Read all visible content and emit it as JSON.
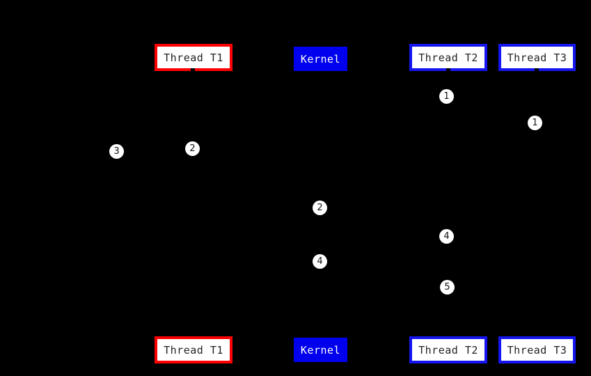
{
  "colors": {
    "background": "#000000",
    "thread_t1_border": "#ff0000",
    "thread_t2_t3_border": "#1515f0",
    "kernel_fill": "#0000ee",
    "box_fill": "#ffffff",
    "box_text": "#222222",
    "kernel_text": "#ffffff",
    "marker_fill": "#ffffff",
    "marker_text": "#111111"
  },
  "lifelines": {
    "top": [
      {
        "id": "thread-t1",
        "label": "Thread T1",
        "style": "red-outline"
      },
      {
        "id": "kernel",
        "label": "Kernel",
        "style": "blue-solid"
      },
      {
        "id": "thread-t2",
        "label": "Thread T2",
        "style": "blue-outline"
      },
      {
        "id": "thread-t3",
        "label": "Thread T3",
        "style": "blue-outline"
      }
    ],
    "bottom": [
      {
        "id": "thread-t1",
        "label": "Thread T1",
        "style": "red-outline"
      },
      {
        "id": "kernel",
        "label": "Kernel",
        "style": "blue-solid"
      },
      {
        "id": "thread-t2",
        "label": "Thread T2",
        "style": "blue-outline"
      },
      {
        "id": "thread-t3",
        "label": "Thread T3",
        "style": "blue-outline"
      }
    ]
  },
  "markers": [
    {
      "value": "1",
      "near": "thread-t2"
    },
    {
      "value": "1",
      "near": "thread-t3"
    },
    {
      "value": "2",
      "near": "thread-t1"
    },
    {
      "value": "3",
      "near": "left-of-thread-t1"
    },
    {
      "value": "2",
      "near": "kernel"
    },
    {
      "value": "4",
      "near": "thread-t2"
    },
    {
      "value": "4",
      "near": "kernel"
    },
    {
      "value": "5",
      "near": "thread-t2"
    }
  ]
}
